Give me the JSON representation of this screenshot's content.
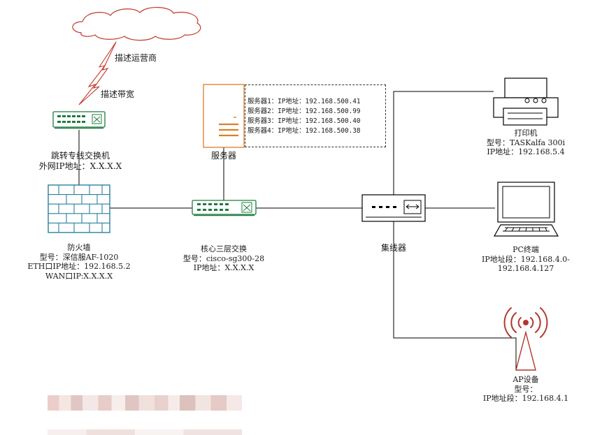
{
  "colors": {
    "switch_green": "#1e7b3f",
    "firewall_blue": "#2a7f9e",
    "server_orange": "#d98026",
    "antenna_red": "#b1372c",
    "line": "#000000"
  },
  "nodes": {
    "isp": {
      "label": "描述运营商"
    },
    "bandwidth": {
      "label": "描述带宽"
    },
    "edge_switch": {
      "lines": [
        "跳转专线交换机",
        "外网IP地址：X.X.X.X"
      ]
    },
    "firewall": {
      "lines": [
        "防火墙",
        "型号：深信服AF-1020",
        "ETH口IP地址：192.168.5.2",
        "WAN口IP:X.X.X.X"
      ]
    },
    "server": {
      "label": "服务器",
      "entries": [
        "服务器1：IP地址：192.168.500.41",
        "服务器2：IP地址：192.168.500.99",
        "服务器3：IP地址：192.168.500.40",
        "服务器4：IP地址：192.168.500.38"
      ]
    },
    "core_switch": {
      "lines": [
        "核心三层交换",
        "型号：cisco-sg300-28",
        "IP地址：X.X.X.X"
      ]
    },
    "hub": {
      "label": "集线器"
    },
    "printer": {
      "lines": [
        "打印机",
        "型号：TASKalfa 300i",
        "IP地址：192.168.5.4"
      ]
    },
    "pc": {
      "lines": [
        "PC终端",
        "IP地址段：192.168.4.0-",
        "192.168.4.127"
      ]
    },
    "ap": {
      "lines": [
        "AP设备",
        "型号：",
        "IP地址段：192.168.4.1"
      ]
    }
  }
}
